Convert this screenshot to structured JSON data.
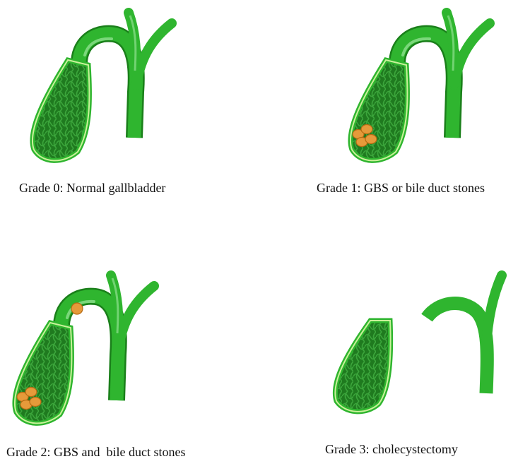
{
  "panels": [
    {
      "caption": "Grade 0: Normal gallbladder",
      "stones_in_bladder": 0,
      "stones_in_duct": 0,
      "gallbladder_present": true
    },
    {
      "caption": "Grade 1: GBS or bile duct stones",
      "stones_in_bladder": 4,
      "stones_in_duct": 0,
      "gallbladder_present": true
    },
    {
      "caption": "Grade 2: GBS and  bile duct stones",
      "stones_in_bladder": 4,
      "stones_in_duct": 1,
      "gallbladder_present": true
    },
    {
      "caption": "Grade 3: cholecystectomy",
      "stones_in_bladder": 0,
      "stones_in_duct": 0,
      "gallbladder_present": false
    }
  ],
  "colors": {
    "duct": "#2fb52f",
    "duct_highlight": "#8fe08f",
    "duct_dark": "#1a7f1a",
    "bladder_fill": "#1f7a1f",
    "bladder_cells": "#3ba53b",
    "bladder_rim": "#c9f29a",
    "stone": "#e69a3a",
    "stone_edge": "#b56a12",
    "faded_end": "#e6f2e6"
  }
}
